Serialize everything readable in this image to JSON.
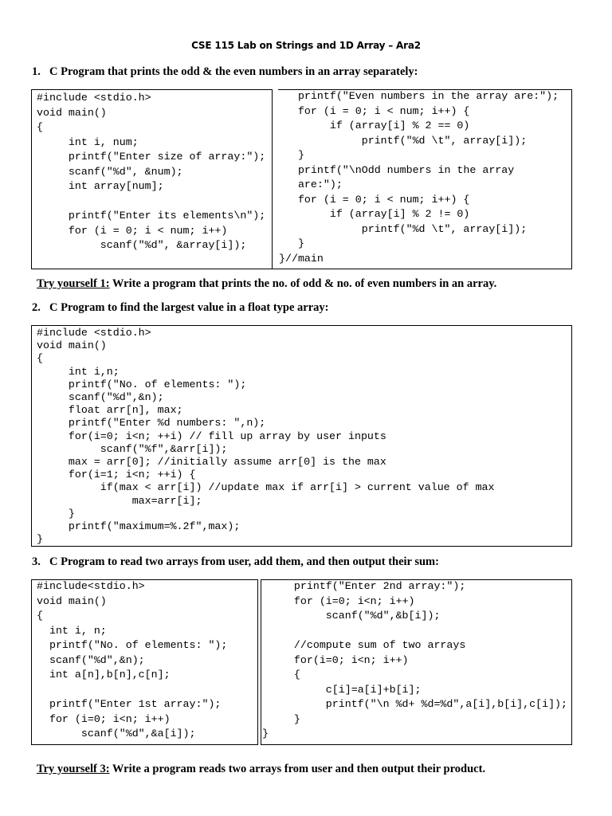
{
  "title": "CSE 115 Lab on Strings and 1D Array – Ara2",
  "sections": [
    {
      "number": "1.",
      "heading": "C Program that prints the odd & the even numbers in an array separately:",
      "code_left": "#include <stdio.h>\nvoid main()\n{\n     int i, num;\n     printf(\"Enter size of array:\");\n     scanf(\"%d\", &num);\n     int array[num];\n\n     printf(\"Enter its elements\\n\");\n     for (i = 0; i < num; i++)\n          scanf(\"%d\", &array[i]);",
      "code_right": "   printf(\"Even numbers in the array are:\");\n   for (i = 0; i < num; i++) {\n        if (array[i] % 2 == 0)\n             printf(\"%d \\t\", array[i]);\n   }\n   printf(\"\\nOdd numbers in the array\n   are:\");\n   for (i = 0; i < num; i++) {\n        if (array[i] % 2 != 0)\n             printf(\"%d \\t\", array[i]);\n   }\n}//main"
    },
    {
      "number": "2.",
      "heading": "C Program to find the largest value in a float type array:",
      "code": "#include <stdio.h>\nvoid main()\n{\n     int i,n;\n     printf(\"No. of elements: \");\n     scanf(\"%d\",&n);\n     float arr[n], max;\n     printf(\"Enter %d numbers: \",n);\n     for(i=0; i<n; ++i) // fill up array by user inputs\n          scanf(\"%f\",&arr[i]);\n     max = arr[0]; //initially assume arr[0] is the max\n     for(i=1; i<n; ++i) {\n          if(max < arr[i]) //update max if arr[i] > current value of max\n               max=arr[i];\n     }\n     printf(\"maximum=%.2f\",max);\n}"
    },
    {
      "number": "3.",
      "heading": "C Program to read two arrays from user, add them, and then output their sum:",
      "code_left": "#include<stdio.h>\nvoid main()\n{\n  int i, n;\n  printf(\"No. of elements: \");\n  scanf(\"%d\",&n);\n  int a[n],b[n],c[n];\n\n  printf(\"Enter 1st array:\");\n  for (i=0; i<n; i++)\n       scanf(\"%d\",&a[i]);",
      "code_right": "     printf(\"Enter 2nd array:\");\n     for (i=0; i<n; i++)\n          scanf(\"%d\",&b[i]);\n\n     //compute sum of two arrays\n     for(i=0; i<n; i++)\n     {\n          c[i]=a[i]+b[i];\n          printf(\"\\n %d+ %d=%d\",a[i],b[i],c[i]);\n     }\n}"
    }
  ],
  "try_yourself": [
    {
      "label": "Try yourself 1:",
      "text": " Write a program that prints the no. of odd & no. of even numbers in an array."
    },
    {
      "label": "Try yourself 3:",
      "text": " Write a program reads two arrays from user and then output their product."
    }
  ]
}
